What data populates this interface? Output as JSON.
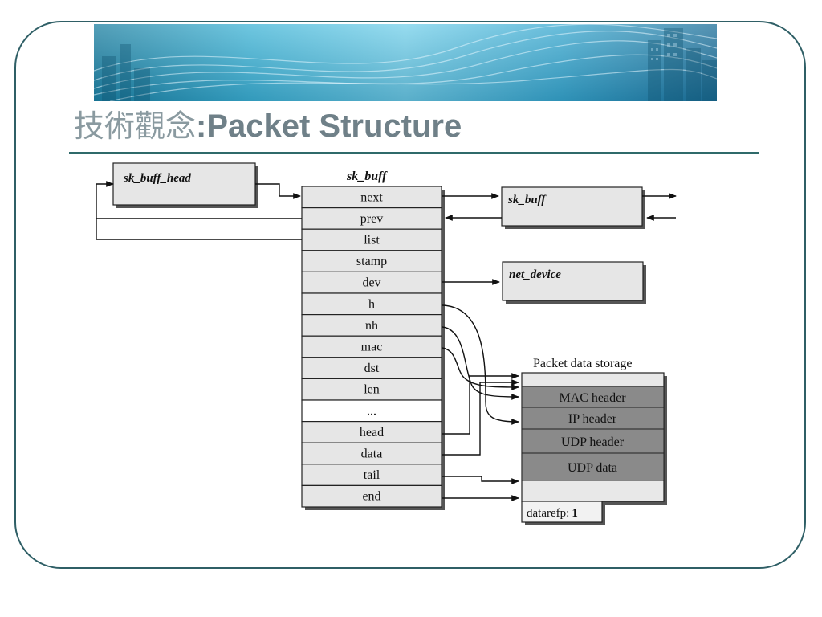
{
  "title": {
    "cjk": "技術觀念",
    "en": ":Packet Structure"
  },
  "diagram": {
    "head_box": "sk_buff_head",
    "struct_title": "sk_buff",
    "fields": [
      "next",
      "prev",
      "list",
      "stamp",
      "dev",
      "h",
      "nh",
      "mac",
      "dst",
      "len",
      "...",
      "head",
      "data",
      "tail",
      "end"
    ],
    "next_box": "sk_buff",
    "dev_box": "net_device",
    "storage_title": "Packet data storage",
    "storage": [
      "MAC header",
      "IP header",
      "UDP header",
      "UDP data"
    ],
    "dataref_label": "datarefp:",
    "dataref_value": "1"
  }
}
